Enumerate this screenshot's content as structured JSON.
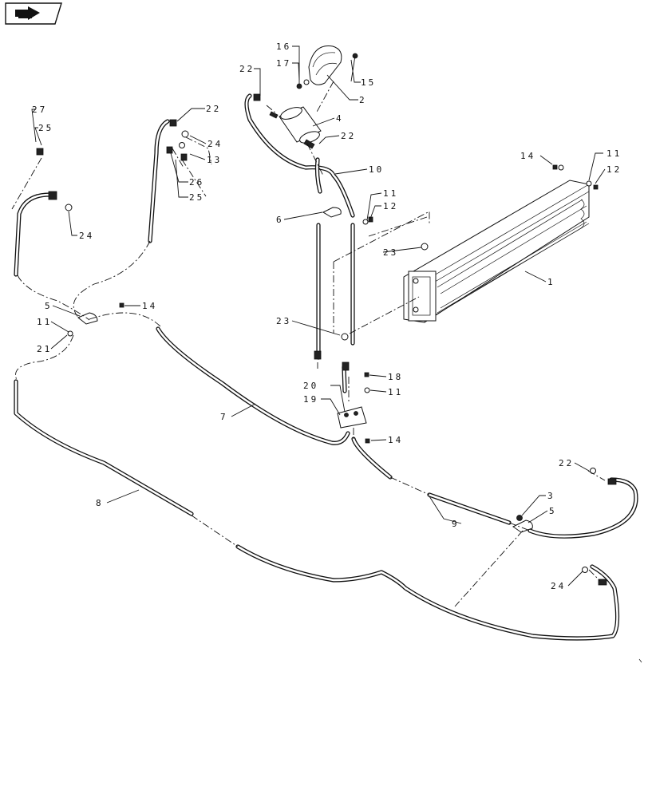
{
  "nav_button": {
    "icon": "next-page-arrow-icon"
  },
  "callouts": [
    {
      "id": "c16",
      "text": "16"
    },
    {
      "id": "c17",
      "text": "17"
    },
    {
      "id": "c22a",
      "text": "22"
    },
    {
      "id": "c15",
      "text": "15"
    },
    {
      "id": "c2",
      "text": "2"
    },
    {
      "id": "c4",
      "text": "4"
    },
    {
      "id": "c22b",
      "text": "22"
    },
    {
      "id": "c10",
      "text": "10"
    },
    {
      "id": "c27",
      "text": "27"
    },
    {
      "id": "c25a",
      "text": "25"
    },
    {
      "id": "c22c",
      "text": "22"
    },
    {
      "id": "c24a",
      "text": "24"
    },
    {
      "id": "c13",
      "text": "13"
    },
    {
      "id": "c26",
      "text": "26"
    },
    {
      "id": "c25b",
      "text": "25"
    },
    {
      "id": "c24b",
      "text": "24"
    },
    {
      "id": "c14a",
      "text": "14"
    },
    {
      "id": "c11a",
      "text": "11"
    },
    {
      "id": "c12a",
      "text": "12"
    },
    {
      "id": "c11b",
      "text": "11"
    },
    {
      "id": "c12b",
      "text": "12"
    },
    {
      "id": "c6",
      "text": "6"
    },
    {
      "id": "c23a",
      "text": "23"
    },
    {
      "id": "c1",
      "text": "1"
    },
    {
      "id": "c5a",
      "text": "5"
    },
    {
      "id": "c14b",
      "text": "14"
    },
    {
      "id": "c11c",
      "text": "11"
    },
    {
      "id": "c21",
      "text": "21"
    },
    {
      "id": "c23b",
      "text": "23"
    },
    {
      "id": "c18",
      "text": "18"
    },
    {
      "id": "c11d",
      "text": "11"
    },
    {
      "id": "c20",
      "text": "20"
    },
    {
      "id": "c19",
      "text": "19"
    },
    {
      "id": "c7",
      "text": "7"
    },
    {
      "id": "c14c",
      "text": "14"
    },
    {
      "id": "c22d",
      "text": "22"
    },
    {
      "id": "c3",
      "text": "3"
    },
    {
      "id": "c5b",
      "text": "5"
    },
    {
      "id": "c8",
      "text": "8"
    },
    {
      "id": "c9",
      "text": "9"
    },
    {
      "id": "c24c",
      "text": "24"
    }
  ]
}
